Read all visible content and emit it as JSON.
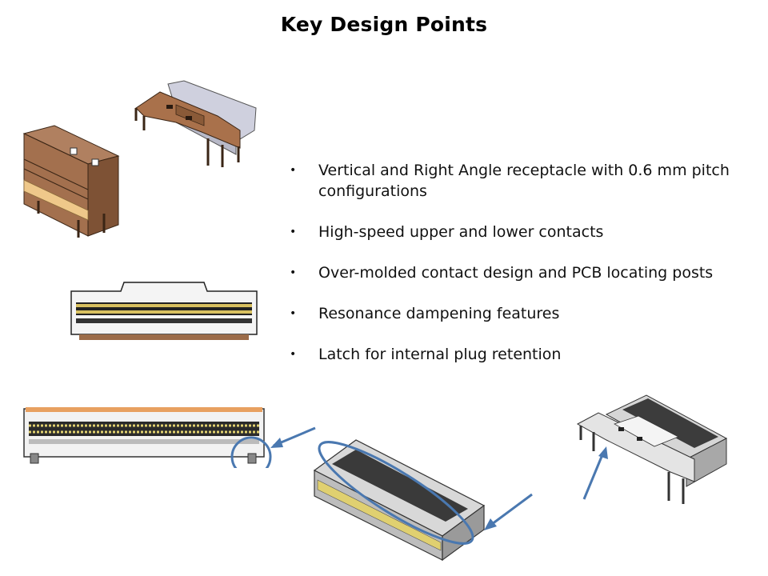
{
  "slide": {
    "title": "Key Design Points"
  },
  "bullets": [
    "Vertical and Right Angle receptacle with 0.6 mm pitch configurations",
    "High-speed upper and lower contacts",
    "Over-molded contact design and PCB locating posts",
    "Resonance dampening features",
    "Latch for internal plug retention"
  ],
  "bullet_symbol": "•",
  "colors": {
    "callout": "#4a78b0",
    "copper": "#9b6b48",
    "gold": "#f0cf8a",
    "shell": "#cfcfd4"
  },
  "images": [
    "right-angle-receptacle-copper-render",
    "vertical-receptacle-copper-render",
    "receptacle-front-view-render",
    "receptacle-front-view-with-callout-render",
    "receptacle-isometric-with-callout-render",
    "right-angle-receptacle-isometric-render"
  ]
}
